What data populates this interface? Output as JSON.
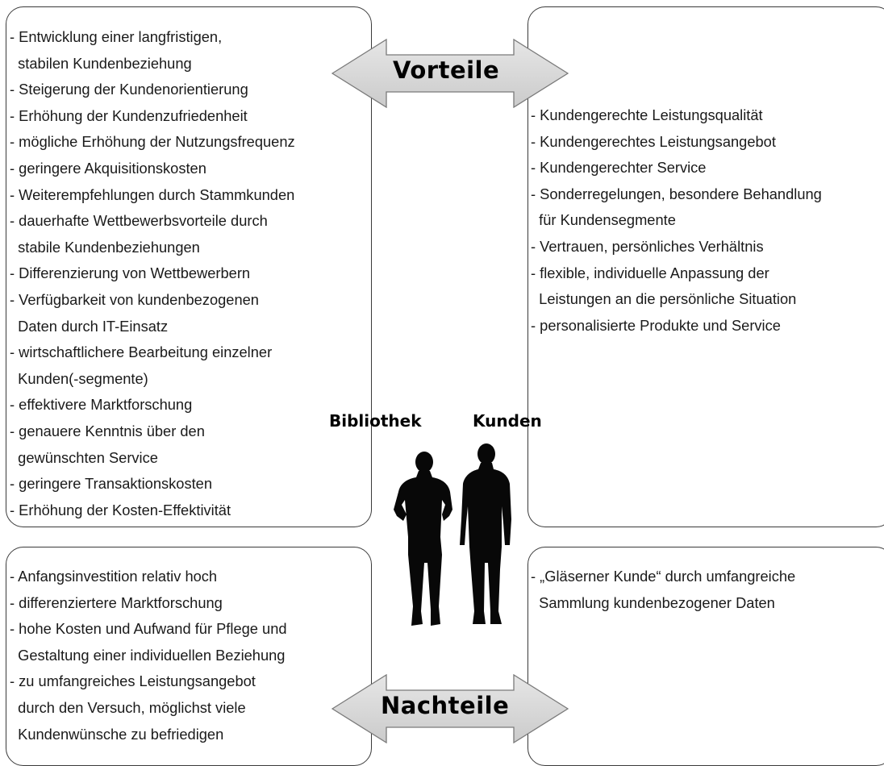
{
  "header": {
    "vorteile": "Vorteile"
  },
  "footer": {
    "nachteile": "Nachteile"
  },
  "persons": {
    "library": "Bibliothek",
    "customers": "Kunden"
  },
  "advantages_library": [
    "- Entwicklung einer langfristigen,",
    "  stabilen Kundenbeziehung",
    "- Steigerung der Kundenorientierung",
    "- Erhöhung der Kundenzufriedenheit",
    "- mögliche Erhöhung der Nutzungsfrequenz",
    "- geringere Akquisitionskosten",
    "- Weiterempfehlungen durch Stammkunden",
    "- dauerhafte Wettbewerbsvorteile durch",
    "  stabile Kundenbeziehungen",
    "- Differenzierung von Wettbewerbern",
    "- Verfügbarkeit von kundenbezogenen",
    "  Daten durch IT-Einsatz",
    "- wirtschaftlichere Bearbeitung einzelner",
    "  Kunden(-segmente)",
    "- effektivere Marktforschung",
    "- genauere Kenntnis über den",
    "  gewünschten Service",
    "- geringere Transaktionskosten",
    "- Erhöhung der Kosten-Effektivität"
  ],
  "advantages_customers": [
    "- Kundengerechte Leistungsqualität",
    "- Kundengerechtes Leistungsangebot",
    "- Kundengerechter Service",
    "- Sonderregelungen, besondere Behandlung",
    "  für Kundensegmente",
    "- Vertrauen, persönliches Verhältnis",
    "- flexible, individuelle Anpassung der",
    "  Leistungen an die persönliche Situation",
    "- personalisierte Produkte und Service"
  ],
  "disadvantages_library": [
    "- Anfangsinvestition relativ hoch",
    "- differenziertere Marktforschung",
    "- hohe Kosten und Aufwand für Pflege und",
    "  Gestaltung einer individuellen Beziehung",
    "- zu umfangreiches Leistungsangebot",
    "  durch den Versuch, möglichst viele",
    "  Kundenwünsche zu befriedigen"
  ],
  "disadvantages_customers": [
    "- „Gläserner Kunde“ durch umfangreiche",
    "  Sammlung kundenbezogener Daten"
  ]
}
